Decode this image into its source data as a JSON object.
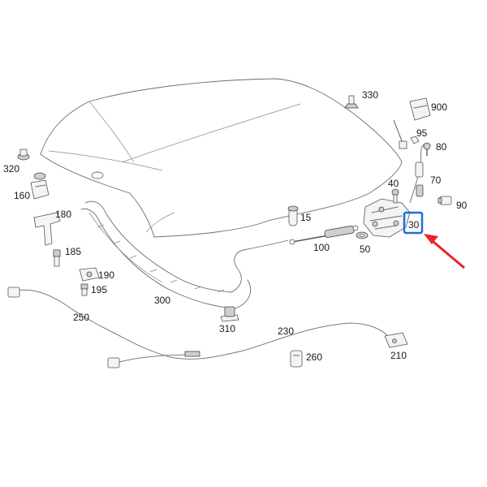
{
  "labels": {
    "p30": "30",
    "p40": "40",
    "p50": "50",
    "p70": "70",
    "p80": "80",
    "p90": "90",
    "p95": "95",
    "p100": "100",
    "p15": "15",
    "p160": "160",
    "p180": "180",
    "p185": "185",
    "p190": "190",
    "p195": "195",
    "p210": "210",
    "p230": "230",
    "p250": "250",
    "p260": "260",
    "p300": "300",
    "p310": "310",
    "p320": "320",
    "p330": "330",
    "p900": "900"
  },
  "highlight": {
    "part": "30",
    "box_color": "#1e6fd9"
  },
  "arrow": {
    "color": "#e8232a"
  }
}
